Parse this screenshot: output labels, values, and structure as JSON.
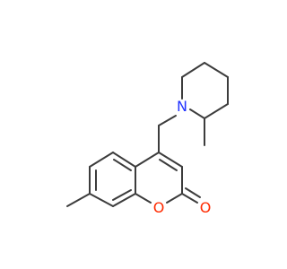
{
  "molecule": {
    "atoms": {
      "nitrogen": {
        "label": "N",
        "color": "#2233ff"
      },
      "ring_oxygen": {
        "label": "O",
        "color": "#ff2a00"
      },
      "carbonyl_oxygen": {
        "label": "O",
        "color": "#ff2a00"
      }
    },
    "colors": {
      "bond": "#3c3c3c",
      "background": "#ffffff"
    }
  }
}
